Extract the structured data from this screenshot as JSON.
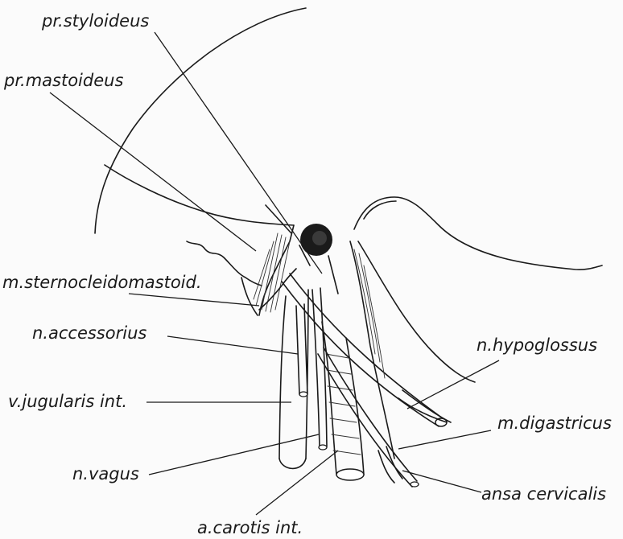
{
  "diagram": {
    "labels": {
      "pr_styloideus": "pr.styloideus",
      "pr_mastoideus": "pr.mastoideus",
      "m_sternocleidomastoid": "m.sternocleidomastoid.",
      "n_accessorius": "n.accessorius",
      "v_jugularis_int": "v.jugularis int.",
      "n_vagus": "n.vagus",
      "a_carotis_int": "a.carotis int.",
      "n_hypoglossus": "n.hypoglossus",
      "m_digastricus": "m.digastricus",
      "ansa_cervicalis": "ansa cervicalis"
    },
    "colors": {
      "ink": "#1a1a1a",
      "paper": "#fbfbfb",
      "fill": "#ffffff"
    }
  }
}
